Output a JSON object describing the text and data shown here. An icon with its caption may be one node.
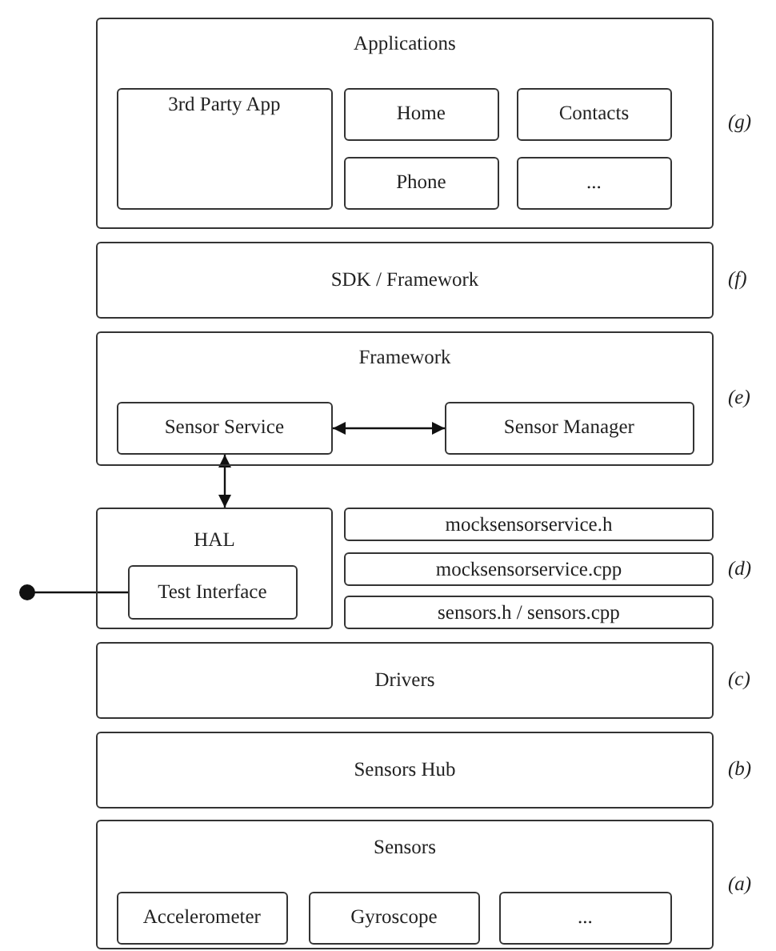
{
  "diagram": {
    "nodes": [
      {
        "text": [
          "Applications"
        ],
        "beside": [
          "(g)"
        ]
      },
      {
        "text": [
          "3rd Party App"
        ],
        "in": 0
      },
      {
        "text": [
          "Home"
        ],
        "in": 0
      },
      {
        "text": [
          "Contacts"
        ],
        "in": 0
      },
      {
        "text": [
          "Phone"
        ],
        "in": 0
      },
      {
        "text": [
          "..."
        ],
        "in": 0
      },
      {
        "text": [
          "SDK / Framework"
        ],
        "beside": [
          "(f)"
        ]
      },
      {
        "text": [
          "Framework"
        ],
        "beside": [
          "(e)"
        ]
      },
      {
        "text": [
          "Sensor Service"
        ],
        "in": 7
      },
      {
        "text": [
          "Sensor Manager"
        ],
        "in": 7
      },
      {
        "text": [
          "HAL"
        ]
      },
      {
        "text": [
          "Test Interface"
        ],
        "in": 10
      },
      {
        "text": [
          "mocksensorservice.h"
        ]
      },
      {
        "text": [
          "mocksensorservice.cpp"
        ],
        "beside": [
          "(d)"
        ]
      },
      {
        "text": [
          "sensors.h / sensors.cpp"
        ]
      },
      {
        "text": [
          "Drivers"
        ],
        "beside": [
          "(c)"
        ]
      },
      {
        "text": [
          "Sensors Hub"
        ],
        "beside": [
          "(b)"
        ]
      },
      {
        "text": [
          "Sensors"
        ],
        "beside": [
          "(a)"
        ]
      },
      {
        "text": [
          "Accelerometer"
        ],
        "in": 17
      },
      {
        "text": [
          "Gyroscope"
        ],
        "in": 17
      },
      {
        "text": [
          "..."
        ],
        "in": 17
      }
    ],
    "edges": [
      {
        "from": 8,
        "to": 9,
        "arrow": "both"
      },
      {
        "from": 8,
        "to": 10,
        "arrow": "both"
      },
      {
        "from": null,
        "to": 11,
        "arrow": "other"
      }
    ]
  }
}
